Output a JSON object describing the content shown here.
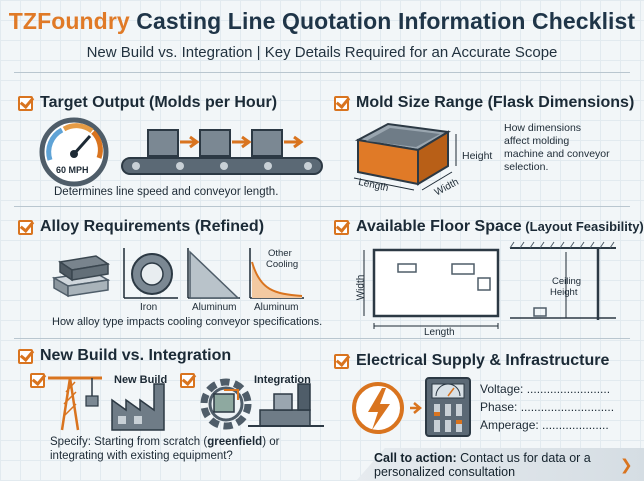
{
  "header": {
    "brand": "TZFoundry",
    "title_rest": " Casting Line Quotation Information Checklist",
    "subtitle": "New Build vs. Integration | Key Details Required for an Accurate Scope"
  },
  "colors": {
    "accent": "#d9741f",
    "dark": "#1f3548",
    "steel": "#4f5d69"
  },
  "sections": {
    "target_output": {
      "title": "Target Output (Molds per Hour)",
      "gauge_label": "60 MPH",
      "caption": "Determines line speed and conveyor length."
    },
    "mold_size": {
      "title": "Mold Size Range (Flask Dimensions)",
      "height_label": "Height",
      "length_label": "Length",
      "width_label": "Width",
      "note_lines": [
        "How dimensions",
        "affect molding",
        "machine and conveyor",
        "selection."
      ]
    },
    "alloy": {
      "title": "Alloy Requirements (Refined)",
      "iron_label": "Iron",
      "aluminum_label": "Aluminum",
      "aluminum_label2": "Aluminum",
      "other_line1": "Other",
      "other_line2": "Cooling",
      "caption": "How alloy type impacts cooling conveyor specifications."
    },
    "floor_space": {
      "title": "Available Floor Space",
      "title_small": " (Layout Feasibility)",
      "width_label": "Width",
      "length_label": "Length",
      "ceiling_line1": "Ceiling",
      "ceiling_line2": "Height"
    },
    "new_build": {
      "title": "New Build vs. Integration",
      "new_build_label": "New Build",
      "integration_label": "Integration",
      "specify_pre": "Specify: Starting from scratch (",
      "specify_bold": "greenfield",
      "specify_post": ") or",
      "specify_line2": "integrating with existing equipment?"
    },
    "electrical": {
      "title": "Electrical Supply & Infrastructure",
      "voltage_label": "Voltage: .........................",
      "phase_label": "Phase: ............................",
      "amperage_label": "Amperage: ...................."
    }
  },
  "cta": {
    "bold": "Call to action:",
    "line1_rest": " Contact us for data or a",
    "line2": "personalized consultation"
  }
}
